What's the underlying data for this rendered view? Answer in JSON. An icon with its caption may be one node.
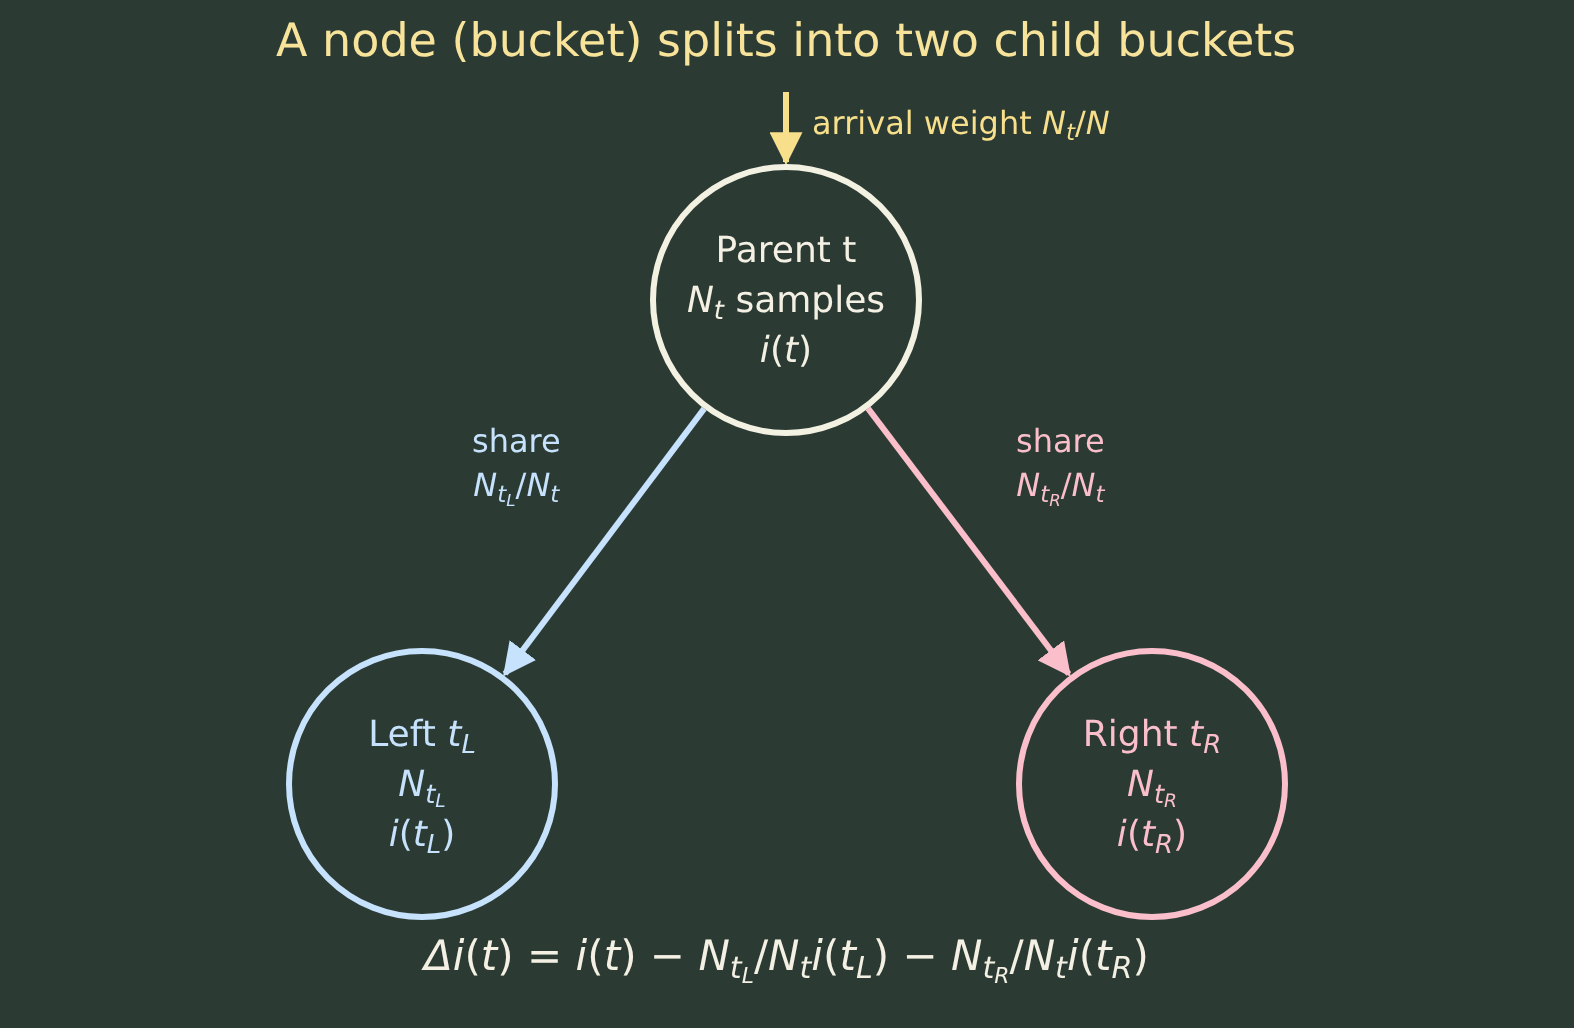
{
  "diagram": {
    "title": "A node (bucket) splits into two child buckets",
    "nodes": [
      {
        "text": [
          "Parent t",
          "*N*$_{t}$ samples",
          "*i*(*t*)"
        ]
      },
      {
        "text": [
          "Left *t*$_{L}$",
          "*N*$_{t}$$_{L}$",
          "*i*(*t*$_{L}$)"
        ]
      },
      {
        "text": [
          "Right *t*$_{R}$",
          "*N*$_{t}$$_{R}$",
          "*i*(*t*$_{R}$)"
        ]
      }
    ],
    "edges": [
      {
        "from": null,
        "to": 0,
        "arrow": "to",
        "label": "arrival weight *N*$_{t}$/*N*",
        "color": "#f8df8c"
      },
      {
        "from": 0,
        "to": 1,
        "arrow": "to",
        "label": "share *N*$_{t}$$_{L}$/*N*$_{t}$",
        "color": "#c6e2fc"
      },
      {
        "from": 0,
        "to": 2,
        "arrow": "to",
        "label": "share *N*$_{t}$$_{R}$/*N*$_{t}$",
        "color": "#fbbfcc"
      }
    ],
    "labels": [
      "*Δi*(*t*) = *i*(*t*) − *N*$_{t}$$_{L}$/*N*$_{t}$*i*(*t*$_{L}$) − *N*$_{t}$$_{R}$/*N*$_{t}$*i*(*t*$_{R}$)"
    ]
  }
}
